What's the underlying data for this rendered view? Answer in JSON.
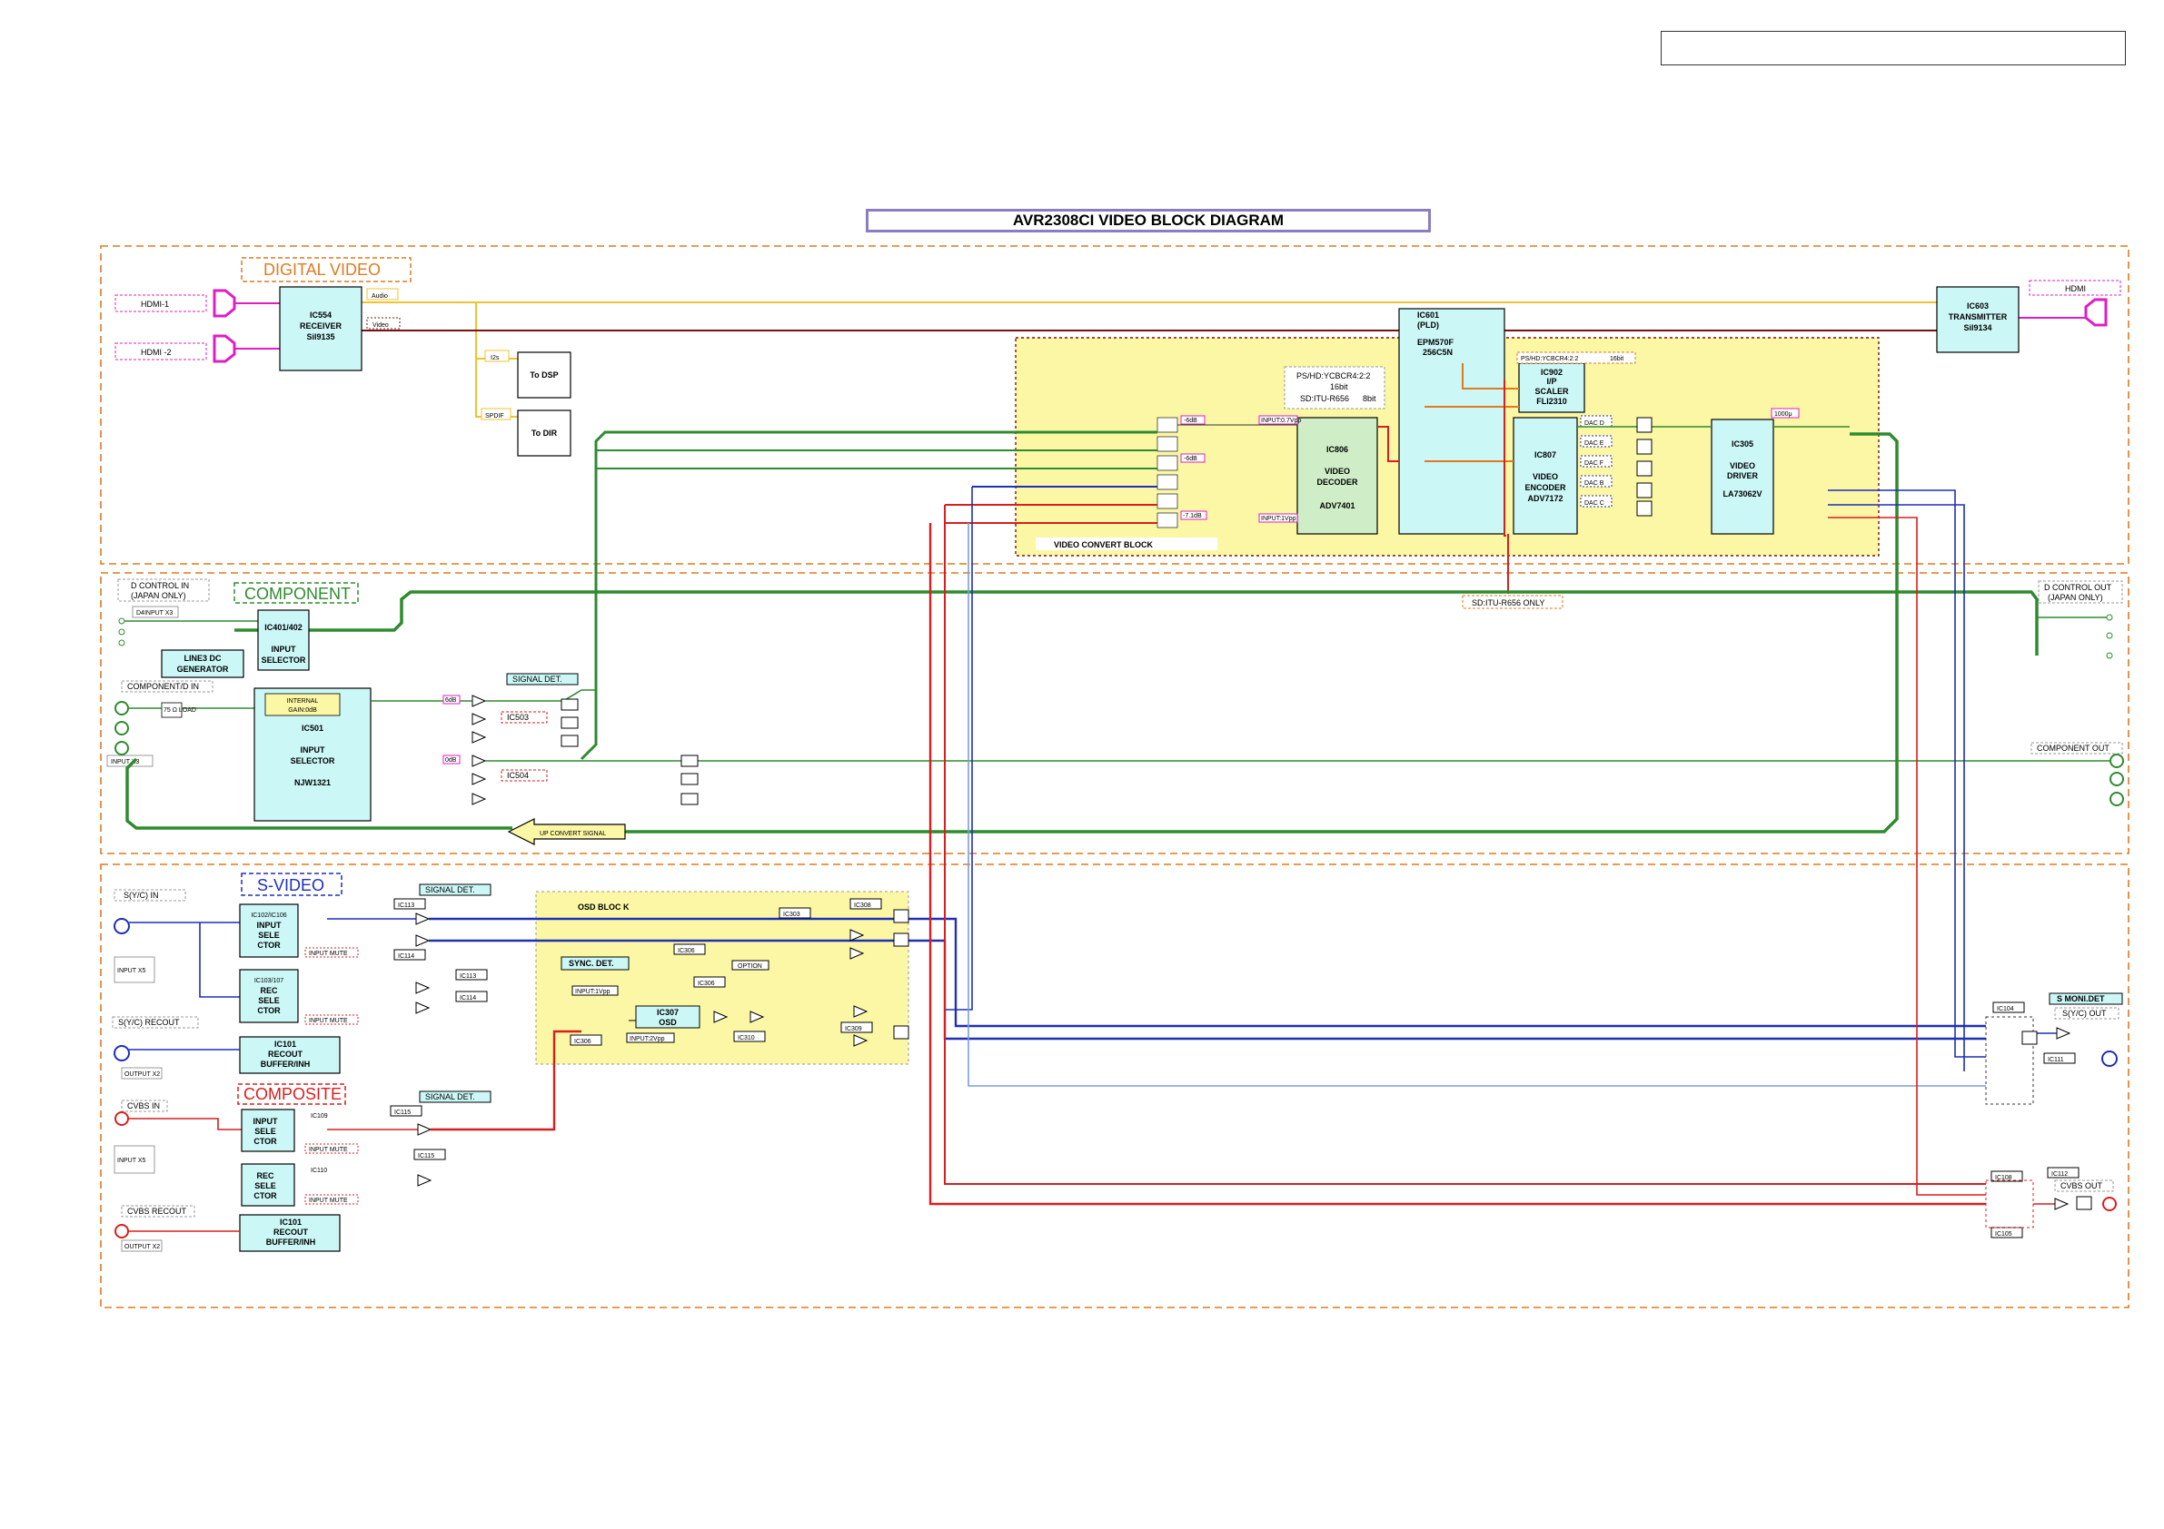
{
  "title": "AVR2308CI VIDEO BLOCK DIAGRAM",
  "sections": {
    "digital_video": "DIGITAL VIDEO",
    "component": "COMPONENT",
    "s_video": "S-VIDEO",
    "composite": "COMPOSITE",
    "video_convert_block": "VIDEO  CONVERT BLOCK",
    "osd_block": "OSD BLOC  K"
  },
  "connectors": {
    "hdmi1": "HDMI-1",
    "hdmi2": "HDMI -2",
    "hdmi_out": "HDMI",
    "d_control_in": "D CONTROL IN",
    "japan_only": "(JAPAN ONLY)",
    "d4_input_x3": "D4INPUT X3",
    "component_d_in": "COMPONENT/D IN",
    "input_x3": "INPUT X3",
    "d_control_out": "D CONTROL OUT",
    "japan_only_out": "(JAPAN ONLY)",
    "component_out": "COMPONENT OUT",
    "s_yc_in": "S(Y/C) IN",
    "input_x5_s": "INPUT X5",
    "s_yc_recout": "S(Y/C) RECOUT",
    "output_x2_s": "OUTPUT X2",
    "cvbs_in": "CVBS IN",
    "input_x5_c": "INPUT X5",
    "cvbs_recout": "CVBS RECOUT",
    "output_x2_c": "OUTPUT X2",
    "s_moni_det": "S MONI.DET",
    "s_yc_out": "S(Y/C) OUT",
    "cvbs_out": "CVBS OUT"
  },
  "signals": {
    "audio": "Audio",
    "video": "Video",
    "i2s": "I2s",
    "spdif": "SPDIF",
    "to_dsp": "To DSP",
    "to_dir": "To DIR",
    "ps_hd_16": "PS/HD:YCBCR4:2:2",
    "bit16": "16bit",
    "sd_itu": "SD:ITU-R656",
    "bit8": "8bit",
    "ps_hd_scaler": "PS/HD:YCBCR4:2:2",
    "bit16b": "16bit",
    "sd_itu_only": "SD:ITU-R656 ONLY",
    "up_convert": "UP CONVERT SIGNAL",
    "dac_d": "DAC D",
    "dac_e": "DAC E",
    "dac_f": "DAC F",
    "dac_b": "DAC B",
    "dac_c": "DAC C",
    "signal_det1": "SIGNAL DET.",
    "signal_det2": "SIGNAL DET.",
    "signal_det3": "SIGNAL DET.",
    "input_mute1": "INPUT MUTE",
    "input_mute2": "INPUT MUTE",
    "input_mute3": "INPUT MUTE",
    "input_mute4": "INPUT MUTE",
    "internal_gain1": "INTERNAL",
    "internal_gain2": "GAIN:0dB",
    "sync_det": "SYNC. DET.",
    "option": "OPTION",
    "input_1vpp": "INPUT:1Vpp",
    "input_2vpp": "INPUT:2Vpp",
    "load": "75 Ω LOAD",
    "db6": "6dB",
    "db_m6": "-6dB",
    "db0": "0dB",
    "db_m7": "-7.1dB",
    "input_07": "INPUT:0.7Vpp",
    "input_1": "INPUT:1Vpp",
    "f1000": "1000μ"
  },
  "ics": {
    "ic554": [
      "IC554",
      "RECEIVER",
      "Sil9135"
    ],
    "ic603": [
      "IC603",
      "TRANSMITTER",
      "Sil9134"
    ],
    "ic601": [
      "IC601",
      "(PLD)",
      "EPM570F",
      "256C5N"
    ],
    "ic902": [
      "IC902",
      "I/P",
      "SCALER",
      "FLI2310"
    ],
    "ic806": [
      "IC806",
      "VIDEO",
      "DECODER",
      "ADV7401"
    ],
    "ic807": [
      "IC807",
      "VIDEO",
      "ENCODER",
      "ADV7172"
    ],
    "ic305": [
      "IC305",
      "VIDEO",
      "DRIVER",
      "LA73062V"
    ],
    "ic401": [
      "IC401/402",
      "INPUT",
      "SELECTOR"
    ],
    "line3": [
      "LINE3   DC",
      "GENERATOR"
    ],
    "ic501": [
      "IC501",
      "INPUT",
      "SELECTOR",
      "NJW1321"
    ],
    "ic102": [
      "IC102/IC106",
      "INPUT",
      "SELE",
      "CTOR"
    ],
    "ic103": [
      "IC103/107",
      "REC",
      "SELE",
      "CTOR"
    ],
    "ic101a": [
      "IC101",
      "RECOUT",
      "BUFFER/INH"
    ],
    "ic109": [
      "IC109",
      "INPUT",
      "SELE",
      "CTOR"
    ],
    "ic110": [
      "IC110",
      "REC",
      "SELE",
      "CTOR"
    ],
    "ic101b": [
      "IC101",
      "RECOUT",
      "BUFFER/INH"
    ],
    "ic307": [
      "IC307",
      "OSD"
    ],
    "labels": {
      "ic503": "IC503",
      "ic504": "IC504",
      "ic113a": "IC113",
      "ic114a": "IC114",
      "ic113b": "IC113",
      "ic114b": "IC114",
      "ic115a": "IC115",
      "ic115b": "IC115",
      "ic303": "IC303",
      "ic308": "IC308",
      "ic306a": "IC306",
      "ic306b": "IC306",
      "ic306c": "IC306",
      "ic309": "IC309",
      "ic310": "IC310",
      "ic104": "IC104",
      "ic111": "IC111",
      "ic108": "IC108",
      "ic112": "IC112",
      "ic105": "IC105"
    }
  },
  "colors": {
    "orange": "#e07a1f",
    "green": "#2e8b2e",
    "blue": "#1f2fb8",
    "red": "#d81e1e",
    "yellow": "#f2c22e",
    "maroon": "#7a1010",
    "ic_fill": "#ccf7f7",
    "yellow_fill": "#fbf7a4",
    "magenta": "#e01cc4"
  }
}
